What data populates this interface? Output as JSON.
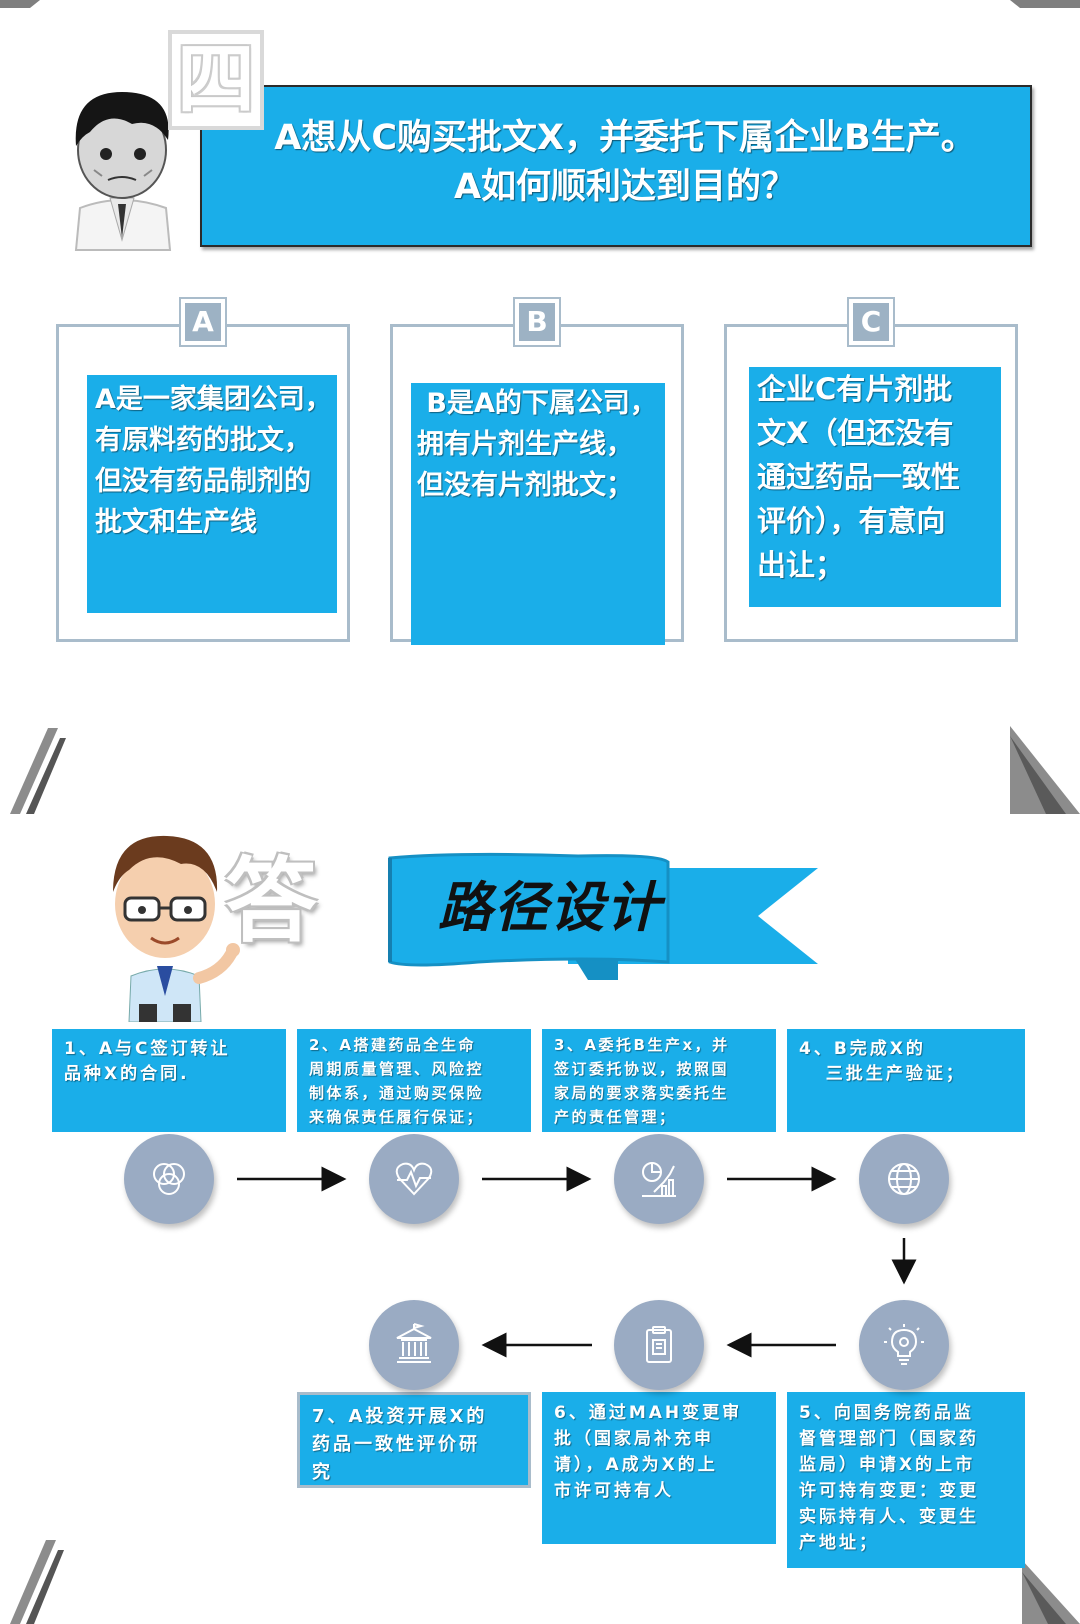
{
  "question": {
    "number": "四",
    "line1": "A想从C购买批文X，并委托下属企业B生产。",
    "line2": "A如何顺利达到目的？"
  },
  "parties": [
    {
      "tag": "A",
      "lines": [
        "A是一家集团公司，",
        "有原料药的批文，",
        "但没有药品制剂的",
        "批文和生产线"
      ]
    },
    {
      "tag": "B",
      "lines": [
        " B是A的下属公司，",
        "拥有片剂生产线，",
        "但没有片剂批文；"
      ]
    },
    {
      "tag": "C",
      "lines": [
        "企业C有片剂批",
        "文X（但还没有",
        "通过药品一致性",
        "评价），有意向",
        "出让；"
      ]
    }
  ],
  "answer": {
    "big_char": "答",
    "ribbon_title": "路径设计"
  },
  "steps": [
    {
      "lines": [
        "1、A与C签订转让",
        "品种X的合同."
      ],
      "icon": "venn-circles-icon"
    },
    {
      "lines": [
        "2、A搭建药品全生命",
        "周期质量管理、风险控",
        "制体系，通过购买保险",
        "来确保责任履行保证；"
      ],
      "icon": "heart-pulse-icon"
    },
    {
      "lines": [
        "3、A委托B生产x，并",
        "签订委托协议，按照国",
        "家局的要求落实委托生",
        "产的责任管理；"
      ],
      "icon": "growth-chart-icon"
    },
    {
      "lines": [
        "4、B完成X的",
        "   三批生产验证；"
      ],
      "icon": "globe-network-icon"
    },
    {
      "lines": [
        "5、向国务院药品监",
        "督管理部门（国家药",
        "监局）申请X的上市",
        "许可持有变更：变更",
        "实际持有人、变更生",
        "产地址；"
      ],
      "icon": "lightbulb-gear-icon"
    },
    {
      "lines": [
        "6、通过MAH变更审",
        "批（国家局补充申",
        "请），A成为X的上",
        "市许可持有人"
      ],
      "icon": "clipboard-icon"
    },
    {
      "lines": [
        "7、A投资开展X的",
        "药品一致性评价研",
        "究"
      ],
      "icon": "bank-building-icon"
    }
  ],
  "colors": {
    "accent_blue": "#1aaee9",
    "node_gray_blue": "#9aabc3",
    "frame_gray": "#a9bccb"
  }
}
